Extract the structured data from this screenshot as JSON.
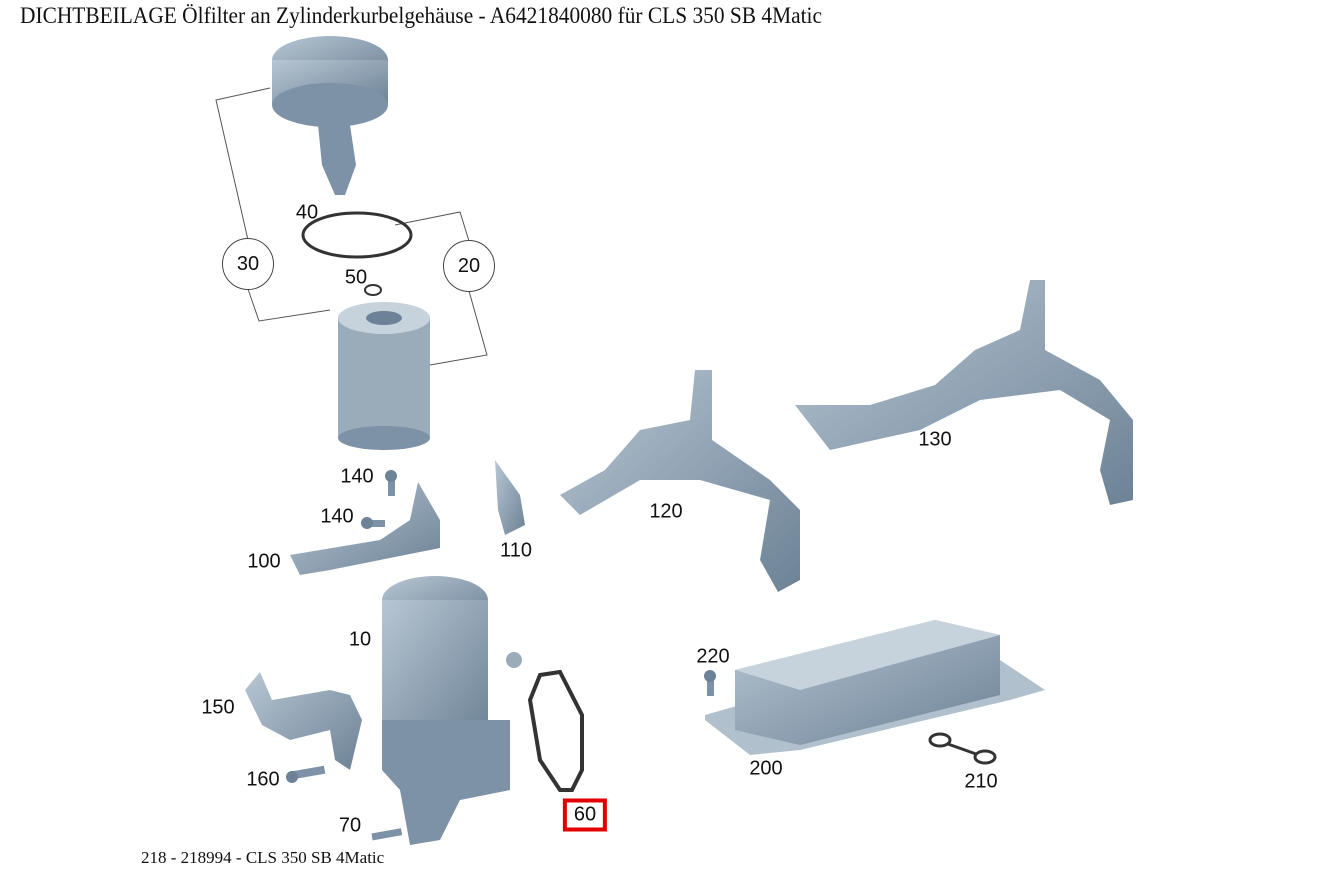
{
  "title": "DICHTBEILAGE Ölfilter an Zylinderkurbelgehäuse - A6421840080 für CLS 350 SB  4Matic",
  "footer": "218 - 218994 - CLS 350 SB  4Matic",
  "highlight_color": "#e00000",
  "part_color": "#8ea2b4",
  "callouts": [
    {
      "label": "40"
    },
    {
      "label": "30"
    },
    {
      "label": "20"
    },
    {
      "label": "50"
    },
    {
      "label": "140"
    },
    {
      "label": "140"
    },
    {
      "label": "100"
    },
    {
      "label": "110"
    },
    {
      "label": "120"
    },
    {
      "label": "130"
    },
    {
      "label": "10"
    },
    {
      "label": "220"
    },
    {
      "label": "150"
    },
    {
      "label": "200"
    },
    {
      "label": "210"
    },
    {
      "label": "160"
    },
    {
      "label": "60",
      "highlighted": true
    },
    {
      "label": "70"
    }
  ]
}
